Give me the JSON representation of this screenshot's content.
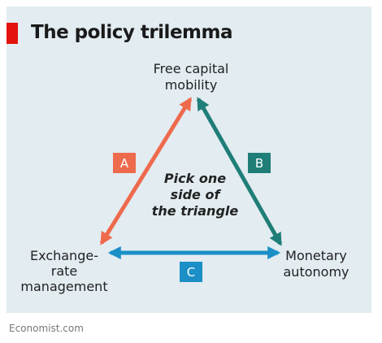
{
  "title": "The policy trilemma",
  "source": "Economist.com",
  "vertices": {
    "top": {
      "line1": "Free capital",
      "line2": "mobility"
    },
    "bottom_left": {
      "line1": "Exchange-",
      "line2": "rate",
      "line3": "management"
    },
    "bottom_right": {
      "line1": "Monetary",
      "line2": "autonomy"
    }
  },
  "center": {
    "line1": "Pick one",
    "line2": "side of",
    "line3": "the triangle"
  },
  "sides": {
    "a": {
      "label": "A",
      "color": "#ee6a4d"
    },
    "b": {
      "label": "B",
      "color": "#1f7e77"
    },
    "c": {
      "label": "C",
      "color": "#1b8fc6"
    }
  },
  "colors": {
    "accent": "#e3120b",
    "background": "#e2ecf1"
  }
}
